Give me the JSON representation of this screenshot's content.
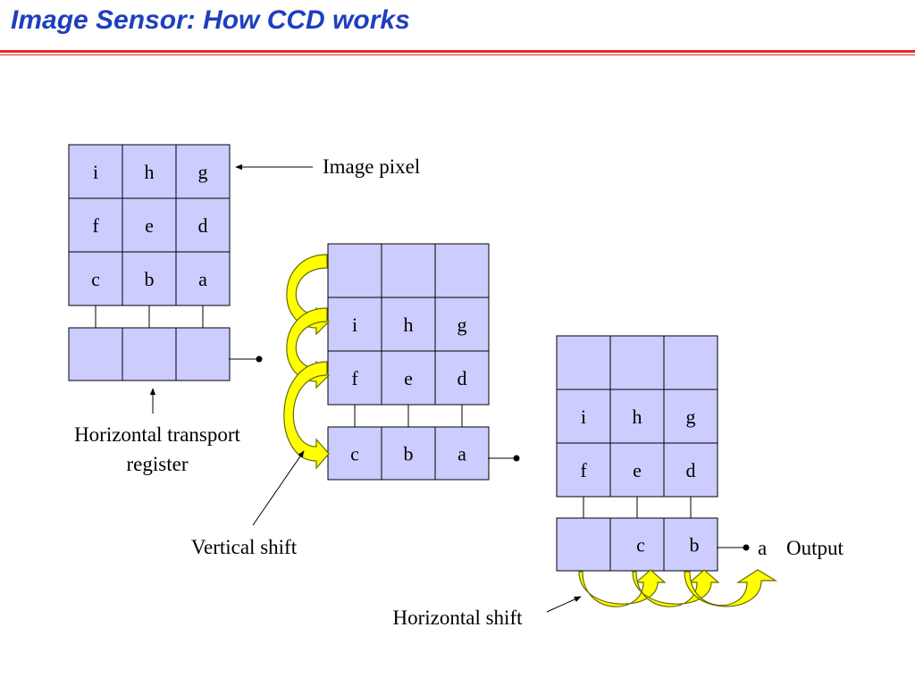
{
  "title": "Image Sensor: How CCD works",
  "colors": {
    "title": "#1f3fbf",
    "rule": "#e8242a",
    "cell": "#ccccff",
    "shift_arrow": "#ffff00"
  },
  "labels": {
    "image_pixel": "Image pixel",
    "htr_line1": "Horizontal transport",
    "htr_line2": "register",
    "vertical_shift": "Vertical shift",
    "horizontal_shift": "Horizontal shift",
    "output": "Output",
    "output_pixel": "a"
  },
  "stage1": {
    "grid": [
      [
        "i",
        "h",
        "g"
      ],
      [
        "f",
        "e",
        "d"
      ],
      [
        "c",
        "b",
        "a"
      ]
    ],
    "register": [
      "",
      "",
      ""
    ]
  },
  "stage2": {
    "grid": [
      [
        "",
        "",
        ""
      ],
      [
        "i",
        "h",
        "g"
      ],
      [
        "f",
        "e",
        "d"
      ]
    ],
    "register": [
      "c",
      "b",
      "a"
    ]
  },
  "stage3": {
    "grid": [
      [
        "",
        "",
        ""
      ],
      [
        "i",
        "h",
        "g"
      ],
      [
        "f",
        "e",
        "d"
      ]
    ],
    "register": [
      "",
      "c",
      "b"
    ]
  }
}
